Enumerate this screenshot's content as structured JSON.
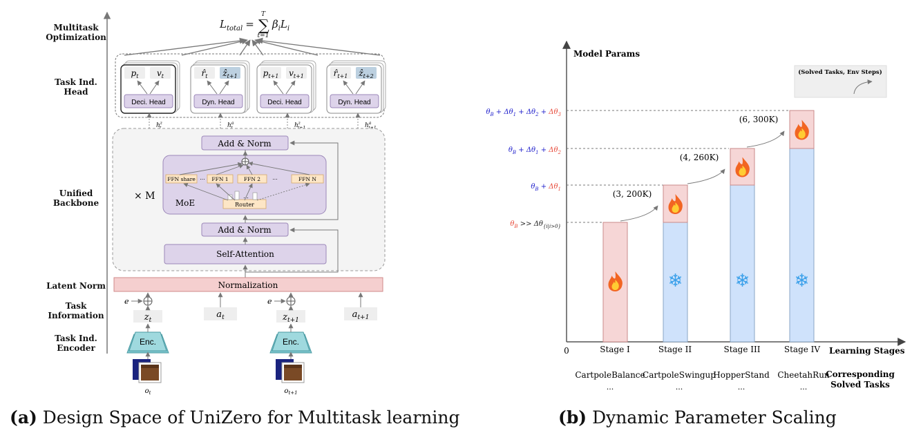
{
  "panel_a": {
    "stage_labels": {
      "multitask": [
        "Multitask",
        "Optimization"
      ],
      "task_head": [
        "Task Ind.",
        "Head"
      ],
      "backbone": [
        "Unified",
        "Backbone"
      ],
      "latent_norm": "Latent Norm",
      "task_info": [
        "Task",
        "Information"
      ],
      "encoder": [
        "Task Ind.",
        "Encoder"
      ]
    },
    "loss_formula": {
      "lhs": "L",
      "lhs_sub": "total",
      "eq": "=",
      "sum_top": "T",
      "sum_bottom": "t=1",
      "beta": "β",
      "beta_sub": "i",
      "L": "L",
      "L_sub": "i"
    },
    "heads": [
      {
        "out1": "p",
        "out1_sub": "t",
        "out2": "v",
        "out2_sub": "t",
        "label": "Deci. Head",
        "h": "h",
        "h_sup": "z",
        "h_sub": "t"
      },
      {
        "out1": "r̂",
        "out1_sub": "t",
        "out2": "ẑ",
        "out2_sub": "t+1",
        "label": "Dyn. Head",
        "h": "h",
        "h_sup": "a",
        "h_sub": "t"
      },
      {
        "out1": "p",
        "out1_sub": "t+1",
        "out2": "v",
        "out2_sub": "t+1",
        "label": "Deci. Head",
        "h": "h",
        "h_sup": "z",
        "h_sub": "t+1"
      },
      {
        "out1": "r̂",
        "out1_sub": "t+1",
        "out2": "ẑ",
        "out2_sub": "t+2",
        "label": "Dyn. Head",
        "h": "h",
        "h_sup": "a",
        "h_sub": "t+1"
      }
    ],
    "add_norm": "Add & Norm",
    "self_attention": "Self-Attention",
    "moe": "MoE",
    "ffn": [
      "FFN share",
      "···",
      "FFN 1",
      "FFN 2",
      "···",
      "FFN N"
    ],
    "router": "Router",
    "router_dots": "...",
    "repeat": "× M",
    "normalization": "Normalization",
    "task_inputs": [
      {
        "e": "e",
        "z": "z",
        "z_sub": "t"
      },
      {
        "a": "a",
        "a_sub": "t"
      },
      {
        "e": "e",
        "z": "z",
        "z_sub": "t+1"
      },
      {
        "a": "a",
        "a_sub": "t+1"
      }
    ],
    "encoder_label": "Enc.",
    "observations": [
      {
        "o": "o",
        "o_sub": "t"
      },
      {
        "o": "o",
        "o_sub": "t+1"
      }
    ],
    "caption_bold": "(a)",
    "caption_text": " Design Space of UniZero for Multitask learning"
  },
  "panel_b": {
    "y_title": "Model Params",
    "x_title": "Learning Stages",
    "origin": "0",
    "legend": "(Solved Tasks, Env Steps)",
    "y_levels": [
      {
        "parts": [
          {
            "t": "θ",
            "c": "red"
          },
          {
            "t": "B",
            "c": "red",
            "sub": true
          },
          {
            "t": " >> ",
            "c": "dark"
          },
          {
            "t": "Δθ",
            "c": "dark"
          },
          {
            "t": "{i|i>0}",
            "c": "dark",
            "sub": true
          }
        ]
      },
      {
        "parts": [
          {
            "t": "θ",
            "c": "blue"
          },
          {
            "t": "B",
            "c": "blue",
            "sub": true
          },
          {
            "t": " + ",
            "c": "blue"
          },
          {
            "t": "Δθ",
            "c": "red"
          },
          {
            "t": "1",
            "c": "red",
            "sub": true
          }
        ]
      },
      {
        "parts": [
          {
            "t": "θ",
            "c": "blue"
          },
          {
            "t": "B",
            "c": "blue",
            "sub": true
          },
          {
            "t": " + Δθ",
            "c": "blue"
          },
          {
            "t": "1",
            "c": "blue",
            "sub": true
          },
          {
            "t": " + ",
            "c": "blue"
          },
          {
            "t": "Δθ",
            "c": "red"
          },
          {
            "t": "2",
            "c": "red",
            "sub": true
          }
        ]
      },
      {
        "parts": [
          {
            "t": "θ",
            "c": "blue"
          },
          {
            "t": "B",
            "c": "blue",
            "sub": true
          },
          {
            "t": " + Δθ",
            "c": "blue"
          },
          {
            "t": "1",
            "c": "blue",
            "sub": true
          },
          {
            "t": " + Δθ",
            "c": "blue"
          },
          {
            "t": "2",
            "c": "blue",
            "sub": true
          },
          {
            "t": " + ",
            "c": "blue"
          },
          {
            "t": "Δθ",
            "c": "red"
          },
          {
            "t": "3",
            "c": "red",
            "sub": true
          }
        ]
      }
    ],
    "stages": [
      {
        "name": "Stage I",
        "task": "CartpoleBalance",
        "dots": "...",
        "annotation": ""
      },
      {
        "name": "Stage II",
        "task": "CartpoleSwingup",
        "dots": "...",
        "annotation": "(3, 200K)"
      },
      {
        "name": "Stage III",
        "task": "HopperStand",
        "dots": "...",
        "annotation": "(4, 260K)"
      },
      {
        "name": "Stage IV",
        "task": "CheetahRun",
        "dots": "...",
        "annotation": "(6, 300K)"
      }
    ],
    "tasks_title": [
      "Corresponding",
      "Solved Tasks"
    ],
    "frozen_icon": "❄",
    "caption_bold": "(b)",
    "caption_text": " Dynamic Parameter Scaling"
  },
  "colors": {
    "red": "#e74c3c",
    "blue": "#2222cc",
    "dark": "#222222",
    "purple_fill": "#ddd3ea",
    "purple_stroke": "#9b87b8",
    "pink_fill": "#f5cfcf",
    "pink_stroke": "#d08a8a",
    "bar_pink": "#f6d6d6",
    "bar_blue": "#cfe2fb",
    "teal": "#9fd9de",
    "ffn_fill": "#fde6c6"
  }
}
